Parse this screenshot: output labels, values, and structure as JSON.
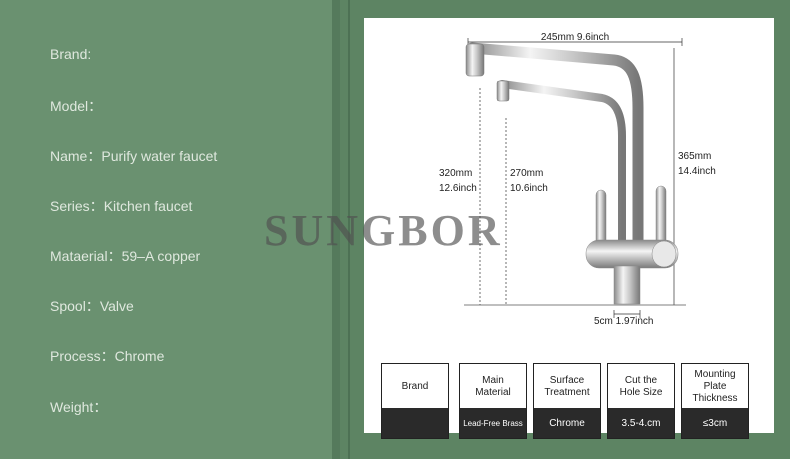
{
  "specs": [
    {
      "label": "Brand:",
      "value": ""
    },
    {
      "label": "Model：",
      "value": ""
    },
    {
      "label": "Name：",
      "value": "Purify water faucet"
    },
    {
      "label": "Series：",
      "value": "Kitchen faucet"
    },
    {
      "label": "Mataerial：",
      "value": "59–A copper"
    },
    {
      "label": "Spool：",
      "value": "Valve"
    },
    {
      "label": "Process：",
      "value": "Chrome"
    },
    {
      "label": "Weight：",
      "value": ""
    }
  ],
  "watermark": "SUNGBOR",
  "dimensions": {
    "width": "245mm 9.6inch",
    "height_left_mm": "320mm",
    "height_left_in": "12.6inch",
    "height_mid_mm": "270mm",
    "height_mid_in": "10.6inch",
    "height_right_mm": "365mm",
    "height_right_in": "14.4inch",
    "base": "5cm 1.97inch"
  },
  "table": [
    {
      "header": [
        "Brand"
      ],
      "value": ""
    },
    {
      "header": [
        "Main",
        "Material"
      ],
      "value": "Lead-Free Brass"
    },
    {
      "header": [
        "Surface",
        "Treatment"
      ],
      "value": "Chrome"
    },
    {
      "header": [
        "Cut the",
        "Hole Size"
      ],
      "value": "3.5-4.cm"
    },
    {
      "header": [
        "Mounting",
        "Plate",
        "Thickness"
      ],
      "value": "≤3cm"
    }
  ],
  "colors": {
    "left_panel": "#6a9170",
    "background": "#5d8463",
    "table_value_bg": "#2a2a2a"
  }
}
